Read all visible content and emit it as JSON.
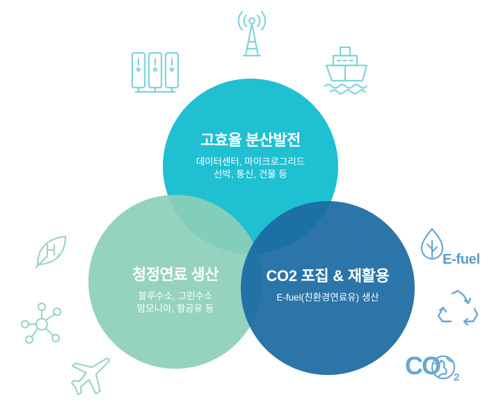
{
  "circles": {
    "top": {
      "title": "고효율 분산발전",
      "lines": [
        "데이터센터, 마이크로그리드",
        "선박, 통신, 건물 등"
      ],
      "color": "#1ec0d2"
    },
    "left": {
      "title": "청정연료 생산",
      "lines": [
        "블루수소, 그린수소",
        "암모니아, 항공유 등"
      ],
      "color": "#8ccfb9"
    },
    "right": {
      "title": "CO2 포집 & 재활용",
      "lines": [
        "E-fuel(친환경연료유) 생산"
      ],
      "color": "#1b6ba2"
    }
  },
  "icons": {
    "server": "server-rack-icon",
    "tower": "radio-tower-icon",
    "ship": "ship-icon",
    "leaf": "h2-leaf-icon",
    "molecule": "molecule-icon",
    "airplane": "airplane-icon",
    "efuel": {
      "name": "efuel-drop-icon",
      "label": "E-fuel"
    },
    "recycle": "recycle-icon",
    "co2": {
      "name": "co2-globe-icon",
      "label": "CO",
      "subscript": "2"
    }
  },
  "colors": {
    "icon_teal": "#7fd3dc",
    "icon_green": "#9fd4c2",
    "icon_blue": "#6aa6d1"
  }
}
